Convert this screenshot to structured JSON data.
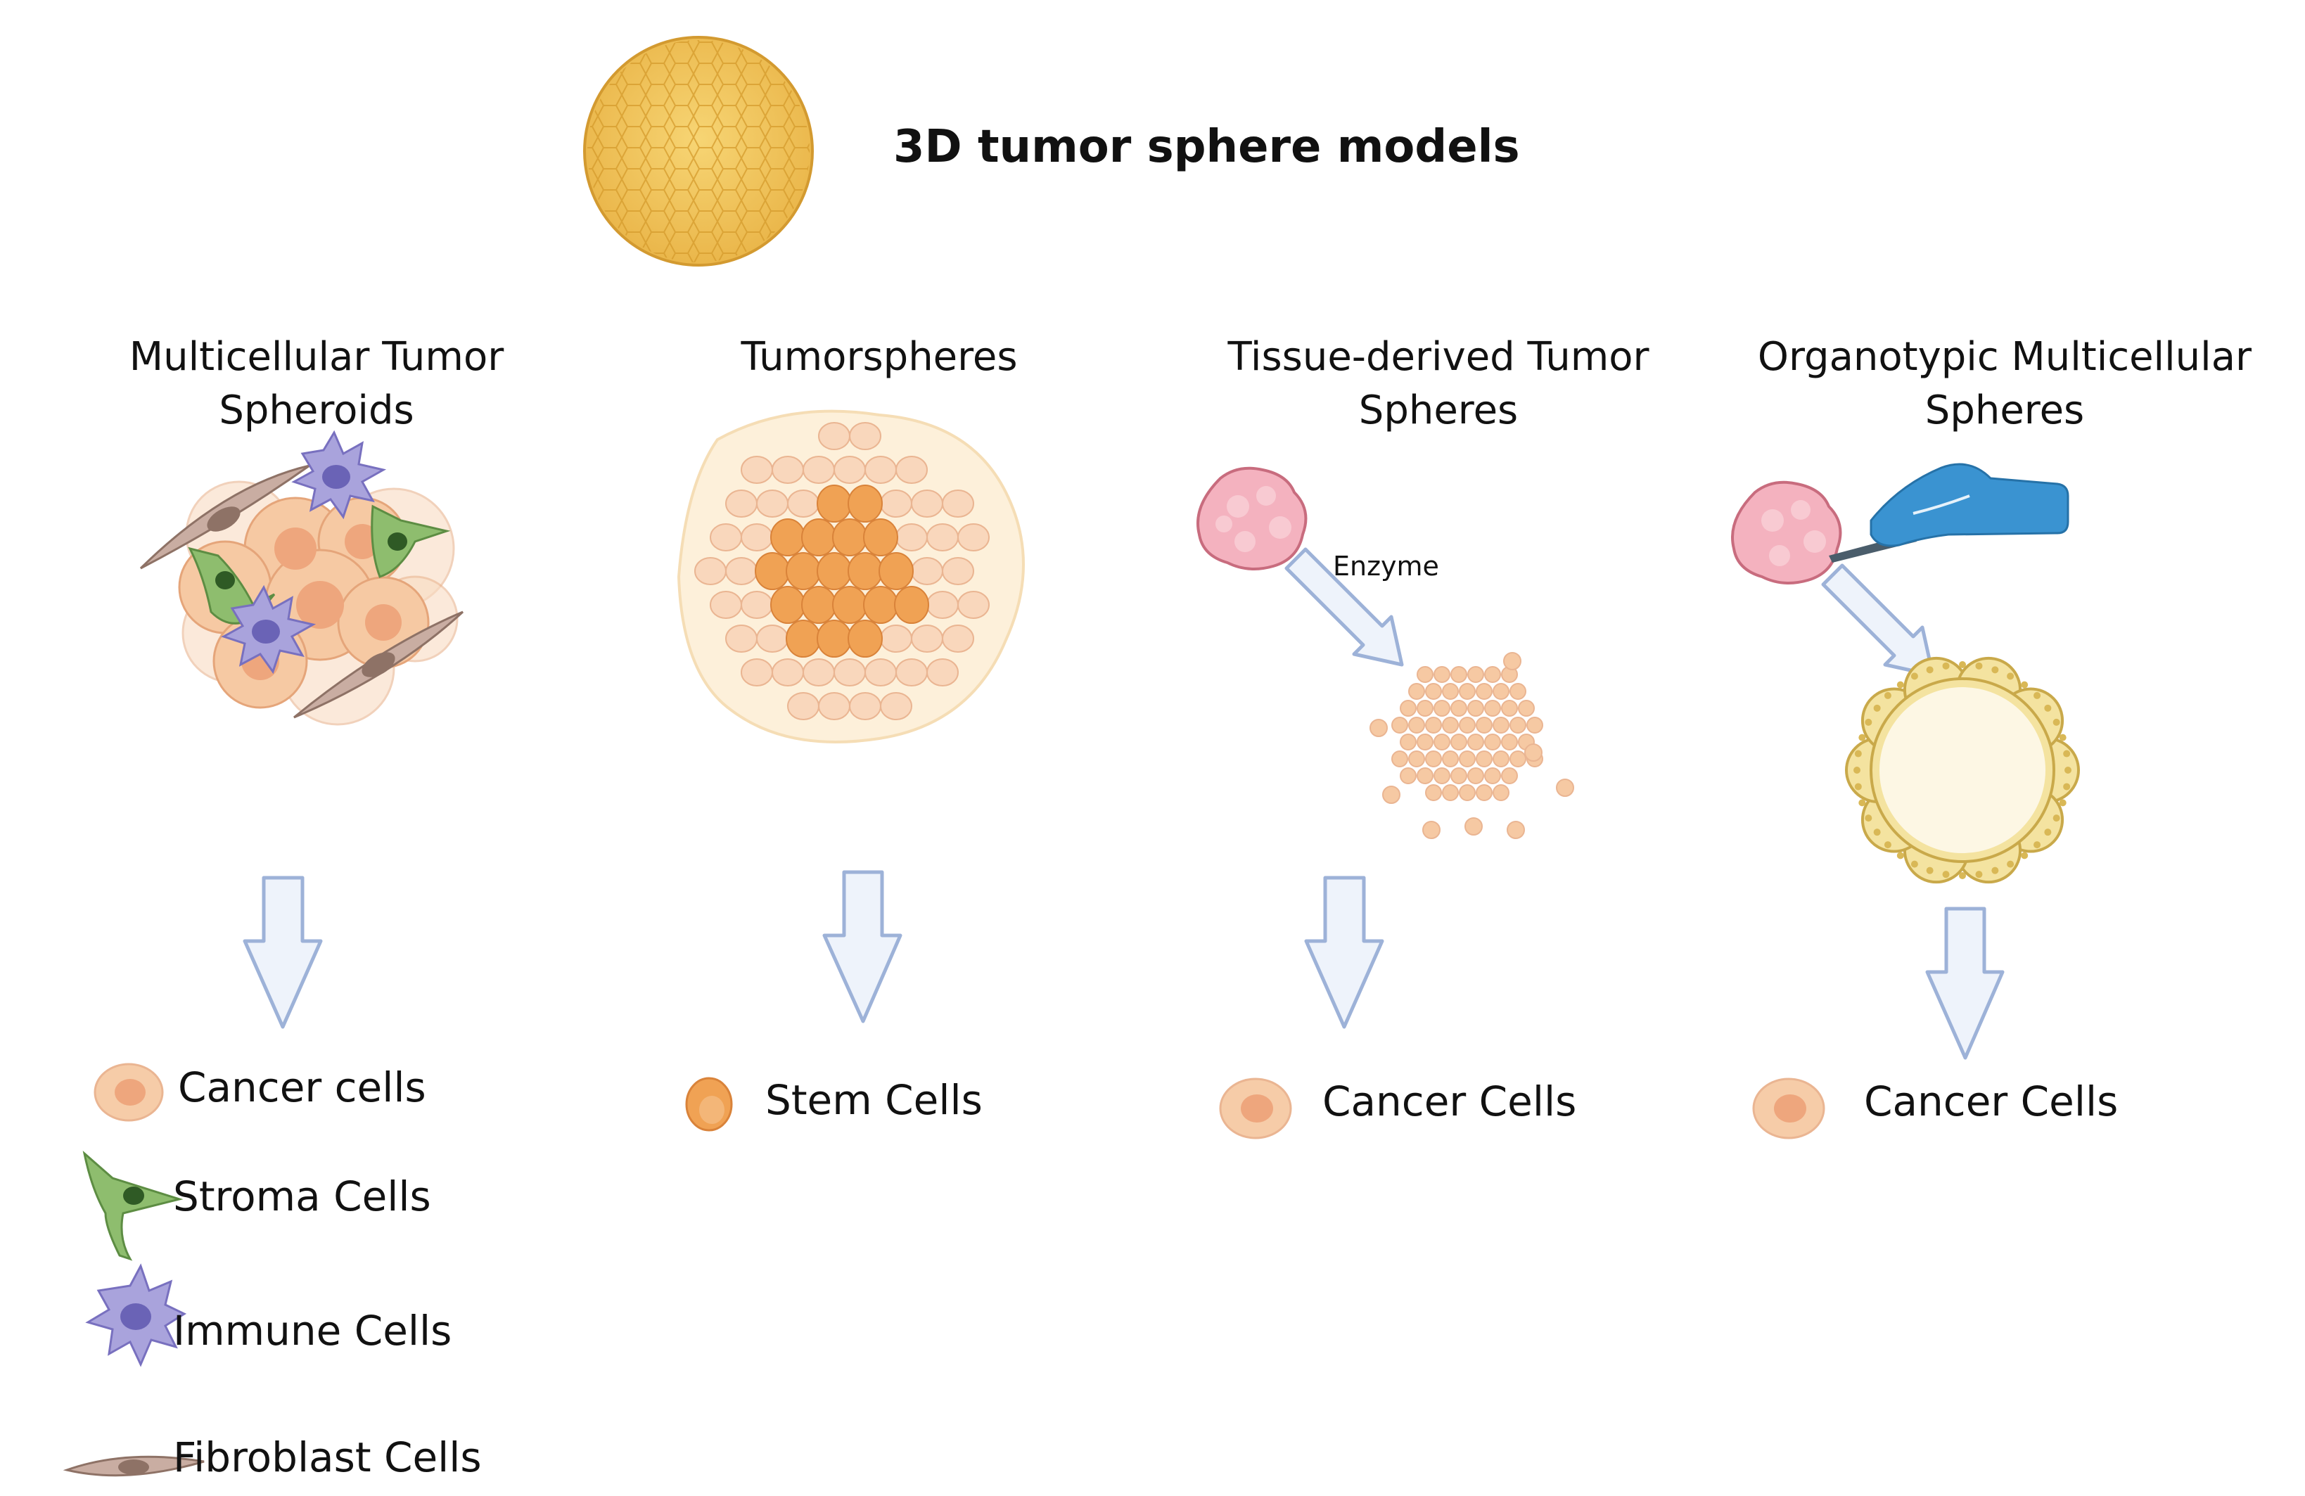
{
  "title": "3D tumor sphere models",
  "columns": [
    {
      "title": "Multicellular Tumor Spheroids"
    },
    {
      "title": "Tumorspheres"
    },
    {
      "title": "Tissue-derived Tumor Spheres"
    },
    {
      "title": "Organotypic Multicellular Spheres"
    }
  ],
  "enzyme_label": "Enzyme",
  "legend": {
    "col1": [
      "Cancer cells",
      "Stroma Cells",
      "Immune  Cells",
      "Fibroblast Cells"
    ],
    "col2": [
      "Stem Cells"
    ],
    "col3": [
      "Cancer Cells"
    ],
    "col4": [
      "Cancer Cells"
    ]
  },
  "colors": {
    "sphere": "#f2c35a",
    "cancer_cell": "#f6cca8",
    "stem_cell": "#f0a254",
    "stroma_cell": "#8ebd6e",
    "immune_cell": "#a9a3dc",
    "fibroblast": "#c9ada2",
    "tissue": "#f4b2bf",
    "arrow_fill": "#eef3fb",
    "arrow_stroke": "#9db2d8",
    "glove": "#3a93d1"
  }
}
